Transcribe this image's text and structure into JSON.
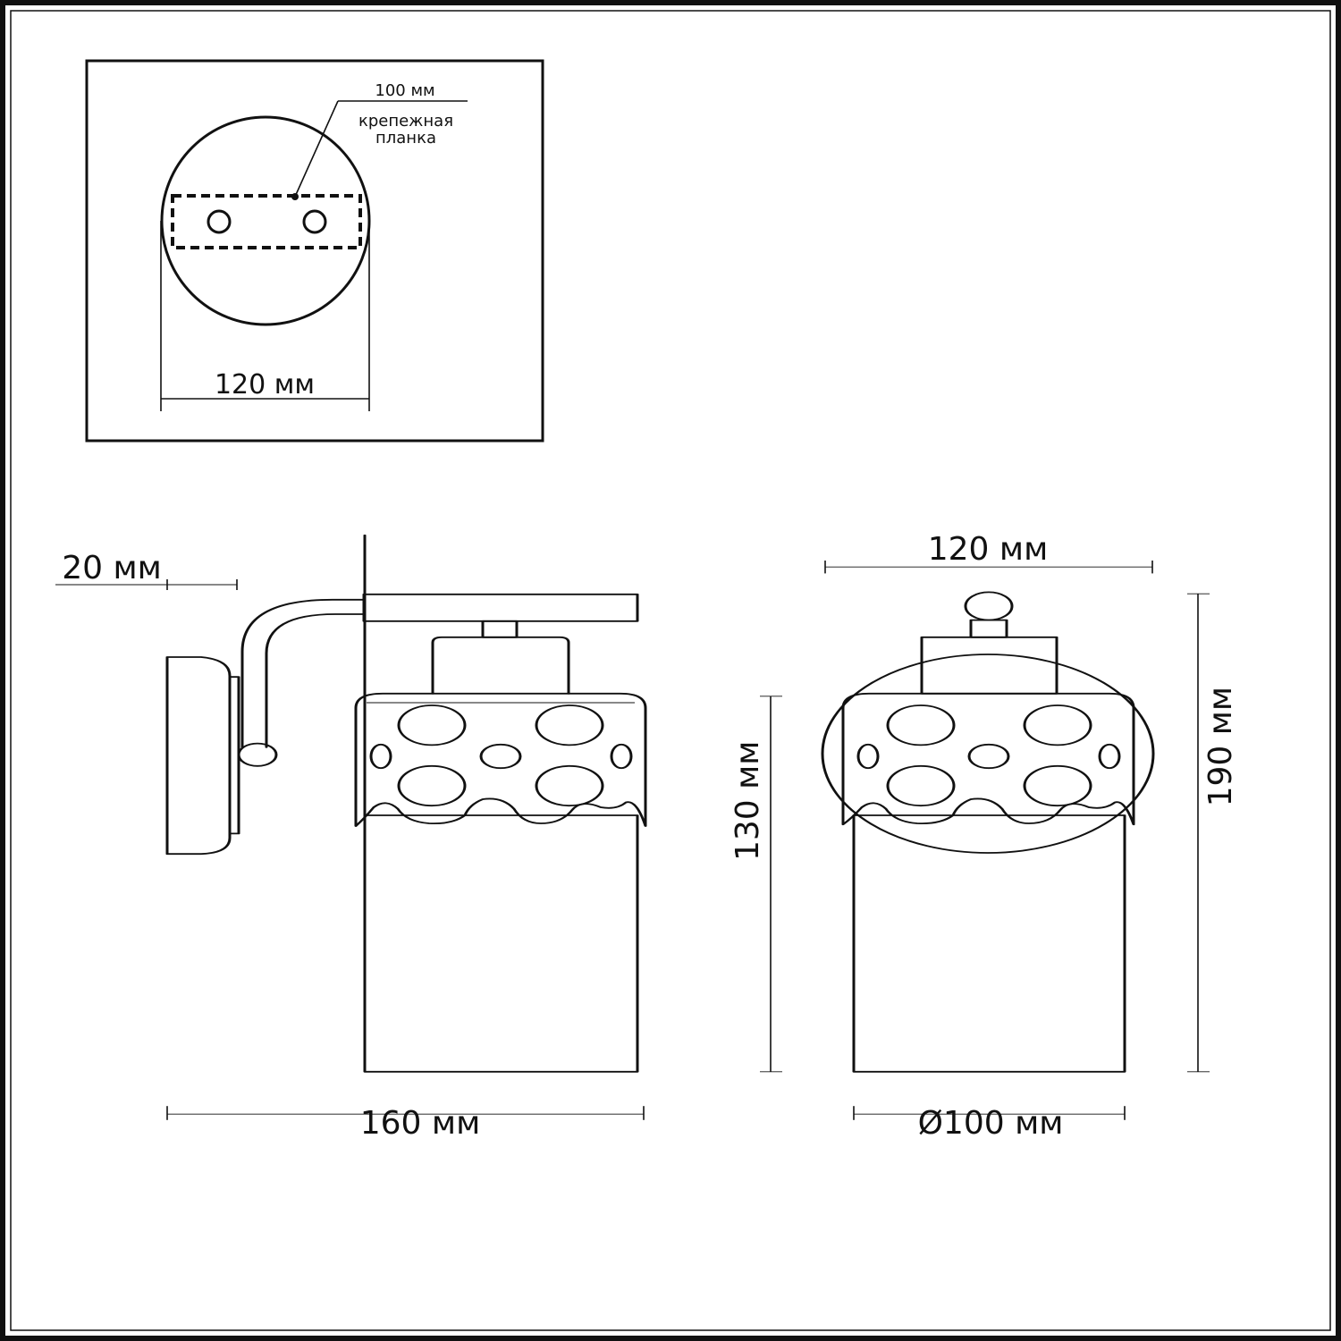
{
  "inset": {
    "plate_depth": "100 мм",
    "plate_label_line1": "крепежная",
    "plate_label_line2": "планка",
    "base_diameter": "120 мм"
  },
  "side_view": {
    "wall_offset": "20 мм",
    "projection": "160 мм",
    "shade_height": "130 мм"
  },
  "front_view": {
    "width": "120 мм",
    "shade_diameter": "Ø100 мм",
    "total_height": "190 мм"
  }
}
